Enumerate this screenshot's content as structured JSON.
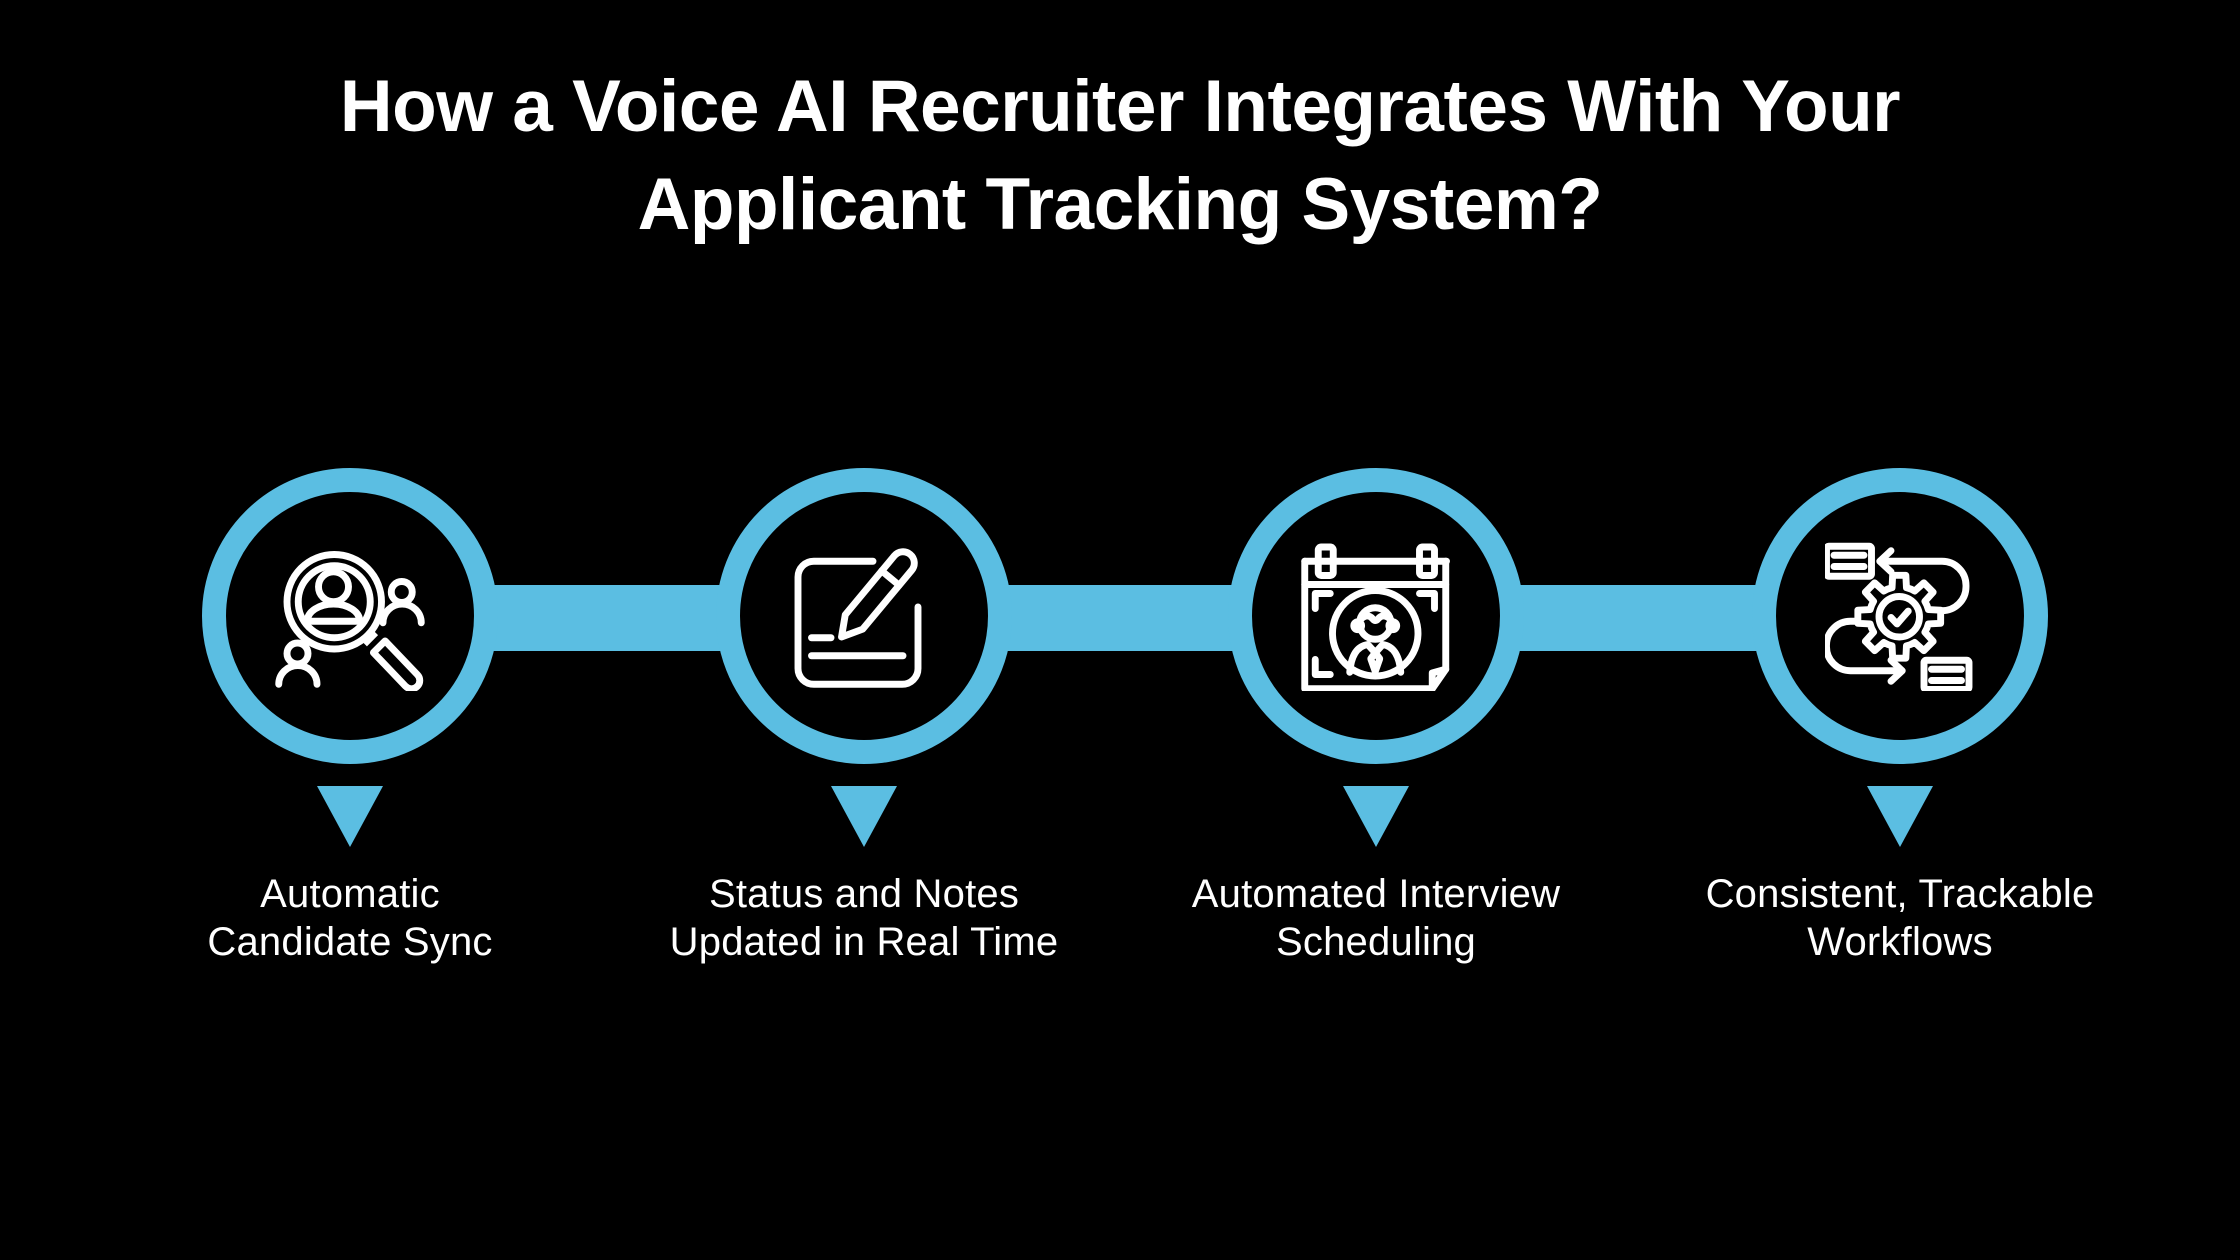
{
  "theme": {
    "background": "#000000",
    "accent": "#5bbee2",
    "text": "#ffffff",
    "icon_stroke": "#ffffff"
  },
  "title": {
    "full": "How a Voice AI Recruiter Integrates With Your Applicant Tracking System?",
    "line1": "How a Voice AI Recruiter Integrates With Your",
    "line2": "Applicant Tracking System?"
  },
  "steps": [
    {
      "icon": "people-search-icon",
      "label_line1": "Automatic",
      "label_line2": "Candidate Sync"
    },
    {
      "icon": "note-edit-icon",
      "label_line1": "Status and Notes",
      "label_line2": "Updated in Real Time"
    },
    {
      "icon": "calendar-candidate-icon",
      "label_line1": "Automated Interview",
      "label_line2": "Scheduling"
    },
    {
      "icon": "workflow-gear-icon",
      "label_line1": "Consistent, Trackable",
      "label_line2": "Workflows"
    }
  ]
}
